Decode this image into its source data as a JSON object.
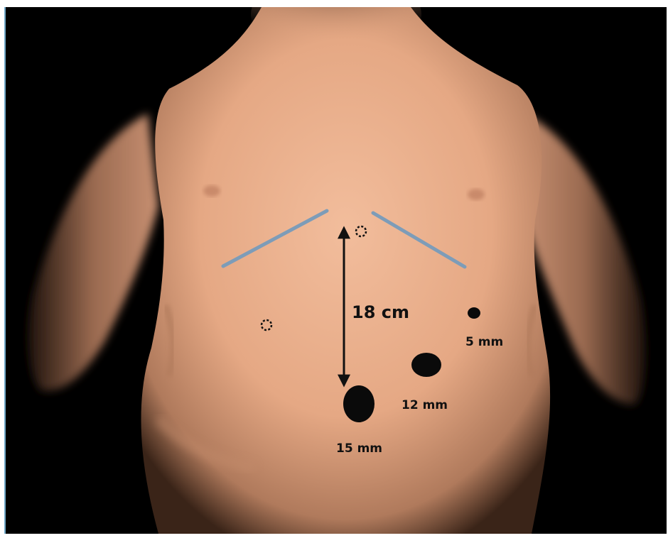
{
  "figure": {
    "distance_label": "18 cm",
    "ports": [
      {
        "label": "5 mm",
        "kind": "filled"
      },
      {
        "label": "12 mm",
        "kind": "filled"
      },
      {
        "label": "15 mm",
        "kind": "filled"
      }
    ],
    "optional_ports": 2,
    "colors": {
      "background": "#000000",
      "skin": "#e8ae8c",
      "costal_margin_line": "#7d9cb8",
      "marker": "#0a0a0a"
    }
  }
}
